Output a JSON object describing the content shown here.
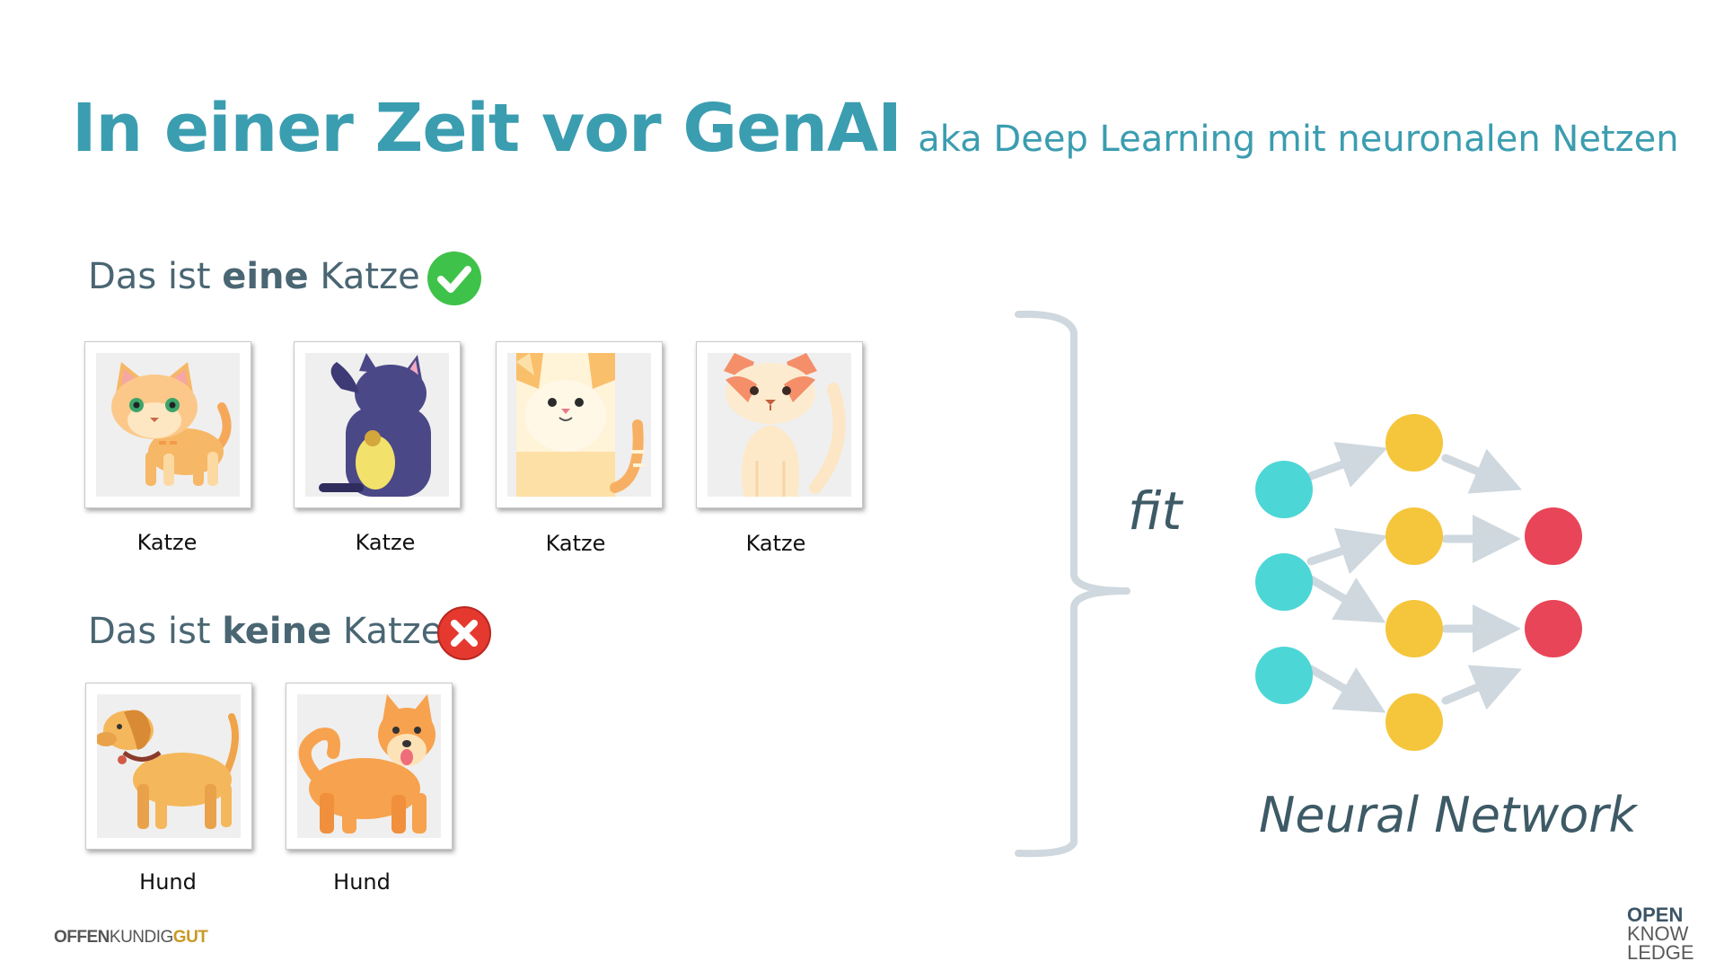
{
  "title": {
    "main": "In einer Zeit vor GenAI",
    "sub": "aka Deep Learning mit neuronalen Netzen"
  },
  "positive": {
    "heading_prefix": "Das ist ",
    "heading_emph": "eine",
    "heading_suffix": " Katze",
    "badge_icon": "check-circle-icon",
    "badge_color": "#3fc24a",
    "items": [
      {
        "label": "Katze",
        "icon": "cat-icon"
      },
      {
        "label": "Katze",
        "icon": "cat-icon"
      },
      {
        "label": "Katze",
        "icon": "cat-icon"
      },
      {
        "label": "Katze",
        "icon": "cat-icon"
      }
    ]
  },
  "negative": {
    "heading_prefix": "Das ist ",
    "heading_emph": "keine",
    "heading_suffix": " Katze",
    "badge_icon": "x-circle-icon",
    "badge_color": "#e5392f",
    "items": [
      {
        "label": "Hund",
        "icon": "dog-icon"
      },
      {
        "label": "Hund",
        "icon": "dog-icon"
      }
    ]
  },
  "fit_label": "fit",
  "network": {
    "label": "Neural Network",
    "input_color": "#4dd6d6",
    "hidden_color": "#f5c63c",
    "output_color": "#e84558",
    "arrow_color": "#cfd8de"
  },
  "footer": {
    "left_part1": "OFFEN",
    "left_part2": "KUNDIG",
    "left_part3": "GUT",
    "logo_line1": "OPEN",
    "logo_line2": "KNOW",
    "logo_line3": "LEDGE"
  }
}
